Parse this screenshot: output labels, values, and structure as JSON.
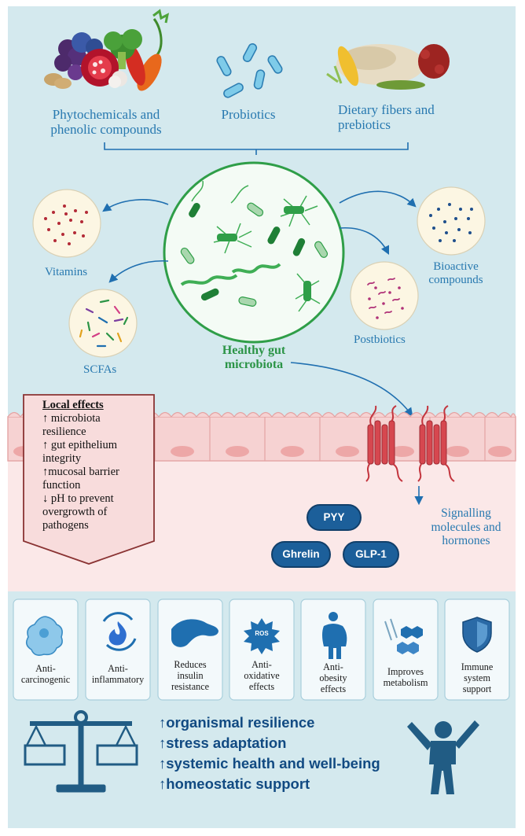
{
  "sources": [
    {
      "label": "Phytochemicals and phenolic compounds",
      "line1": "Phytochemicals and",
      "line2": "phenolic compounds",
      "icon": "fruits-vegetables-icon"
    },
    {
      "label": "Probiotics",
      "icon": "probiotic-bacteria-icon"
    },
    {
      "label": "Dietary fibers and prebiotics",
      "line1": "Dietary fibers and",
      "line2": "prebiotics",
      "icon": "grains-legumes-icon"
    }
  ],
  "center": {
    "line1": "Healthy gut",
    "line2": "microbiota",
    "icon": "gut-microbiota-circle-icon"
  },
  "products": {
    "vitamins": "Vitamins",
    "scfas": "SCFAs",
    "bioactive": {
      "line1": "Bioactive",
      "line2": "compounds"
    },
    "postbiotics": "Postbiotics"
  },
  "local_effects": {
    "title": "Local effects",
    "items": [
      {
        "arrow": "↑",
        "lines": [
          "microbiota",
          "resilience"
        ]
      },
      {
        "arrow": "↑",
        "lines": [
          "gut epithelium",
          "integrity"
        ]
      },
      {
        "arrow": "↑",
        "lines": [
          "mucosal barrier",
          "function"
        ]
      },
      {
        "arrow": "↓",
        "lines": [
          "pH  to prevent",
          "overgrowth of",
          "pathogens"
        ]
      }
    ]
  },
  "signalling": {
    "line1": "Signalling",
    "line2": "molecules and",
    "line3": "hormones"
  },
  "hormones": [
    "PYY",
    "Ghrelin",
    "GLP-1"
  ],
  "benefits": [
    {
      "lines": [
        "Anti-",
        "carcinogenic"
      ],
      "icon": "tumor-cell-icon"
    },
    {
      "lines": [
        "Anti-",
        "inflammatory"
      ],
      "icon": "flame-cycle-icon"
    },
    {
      "lines": [
        "Reduces",
        "insulin",
        "resistance"
      ],
      "icon": "pancreas-icon"
    },
    {
      "lines": [
        "Anti-",
        "oxidative",
        "effects"
      ],
      "icon": "ros-burst-icon",
      "icon_text": "ROS"
    },
    {
      "lines": [
        "Anti-",
        "obesity",
        "effects"
      ],
      "icon": "obese-person-icon"
    },
    {
      "lines": [
        "Improves",
        "metabolism"
      ],
      "icon": "molecule-icon"
    },
    {
      "lines": [
        "Immune",
        "system",
        "support"
      ],
      "icon": "shield-icon"
    }
  ],
  "outcomes": [
    {
      "arrow": "↑",
      "text": "organismal resilience"
    },
    {
      "arrow": "↑",
      "text": "stress adaptation"
    },
    {
      "arrow": "↑",
      "text": "systemic health and well-being"
    },
    {
      "arrow": "↑",
      "text": "homeostatic support"
    }
  ],
  "bottom_icons": [
    "balance-scale-icon",
    "happy-person-icon"
  ],
  "colors": {
    "background": "#d4e9ee",
    "text_blue": "#2879b0",
    "green": "#2b9446",
    "navy": "#114a82",
    "epithelium": "#f7d4d4",
    "receptor": "#d6474f"
  }
}
